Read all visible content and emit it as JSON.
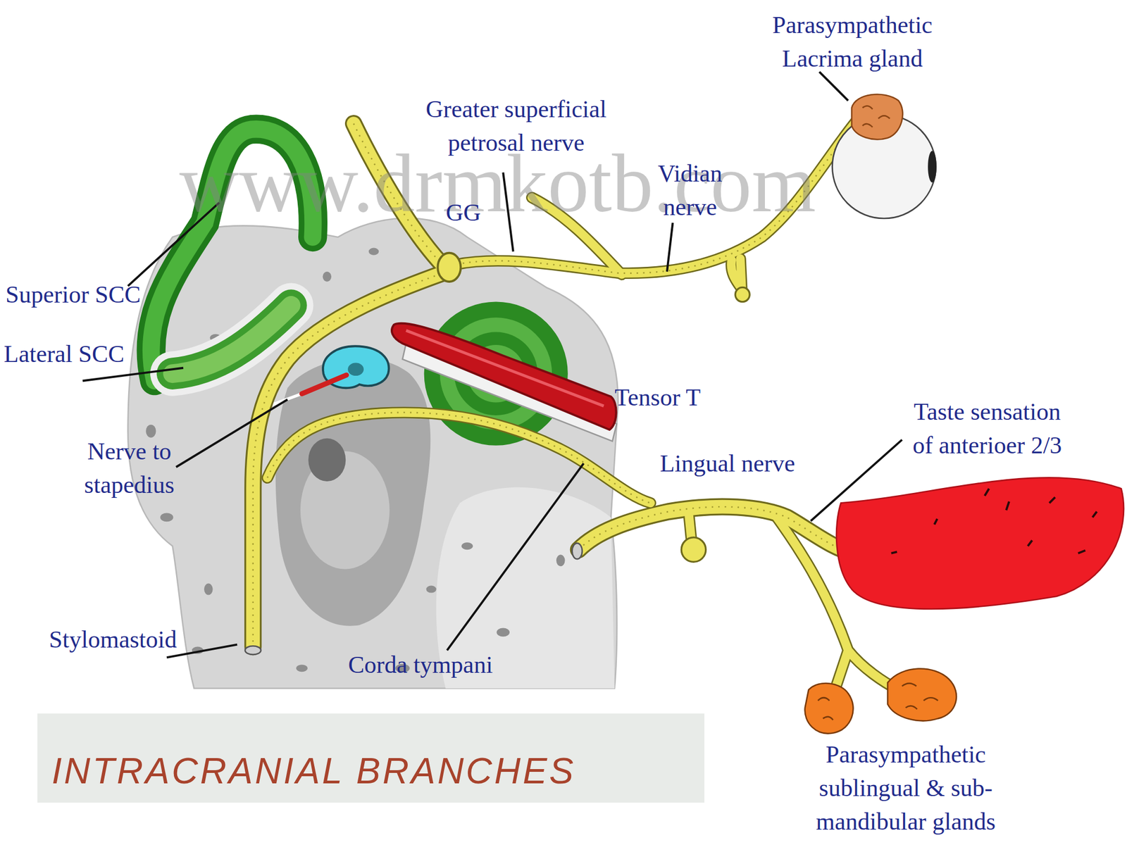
{
  "diagram": {
    "title": "INTRACRANIAL BRANCHES",
    "labels": [
      "Parasympathetic Lacrima gland",
      "Greater superficial petrosal nerve",
      "www.drmkotb.com",
      "Vidian nerve",
      "GG",
      "Superior SCC",
      "Lateral SCC",
      "Tensor T",
      "Taste sensation of anterioer 2/3",
      "Nerve to stapedius",
      "Lingual nerve",
      "Stylomastoid",
      "Corda tympani",
      "Parasympathetic sublingual & sub-mandibular glands"
    ]
  }
}
